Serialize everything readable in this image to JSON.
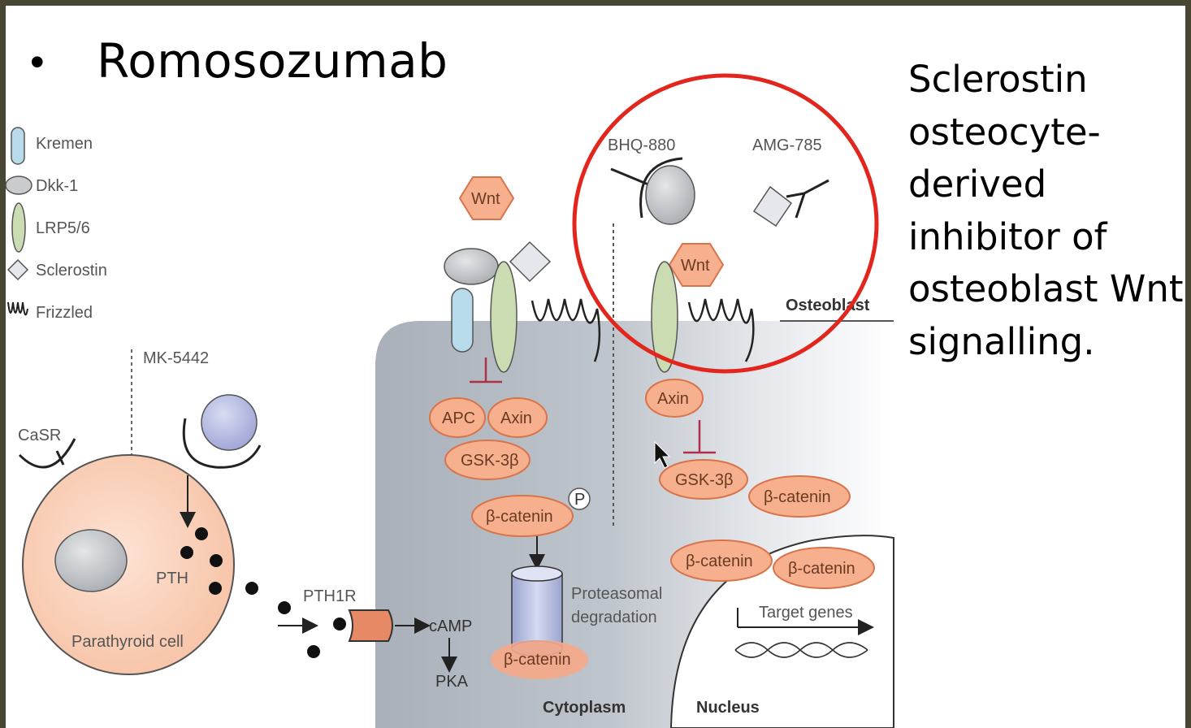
{
  "slide": {
    "bullet": "•",
    "title": "Romosozumab",
    "side_text_lines": [
      "Sclerostin",
      "osteocyte-",
      "derived",
      "inhibitor of",
      "osteoblast Wnt",
      "signalling."
    ]
  },
  "legend": {
    "kremen": "Kremen",
    "dkk1": "Dkk-1",
    "lrp": "LRP5/6",
    "sclerostin": "Sclerostin",
    "frizzled": "Frizzled"
  },
  "diagram": {
    "mk5442": "MK-5442",
    "casr": "CaSR",
    "pth": "PTH",
    "parathyroid_cell": "Parathyroid cell",
    "pth1r": "PTH1R",
    "camp": "cAMP",
    "pka": "PKA",
    "wnt_left": "Wnt",
    "wnt_right": "Wnt",
    "bhq880": "BHQ-880",
    "amg785": "AMG-785",
    "osteoblast": "Osteoblast",
    "apc": "APC",
    "axin_left": "Axin",
    "gsk_left": "GSK-3β",
    "phospho": "P",
    "bcat_phospho": "β-catenin",
    "proteasomal": "Proteasomal",
    "degradation": "degradation",
    "bcat_degraded": "β-catenin",
    "axin_right": "Axin",
    "gsk_right": "GSK-3β",
    "bcat_free": "β-catenin",
    "bcat_nuc1": "β-catenin",
    "bcat_nuc2": "β-catenin",
    "target_genes": "Target genes",
    "cytoplasm": "Cytoplasm",
    "nucleus": "Nucleus"
  },
  "colors": {
    "frame": "#4a4634",
    "cell_grey": "#b8bec6",
    "orange_fill": "#f6b08e",
    "orange_stroke": "#d9734a",
    "highlight_circle": "#e3261d",
    "inhibit": "#b0304a"
  }
}
